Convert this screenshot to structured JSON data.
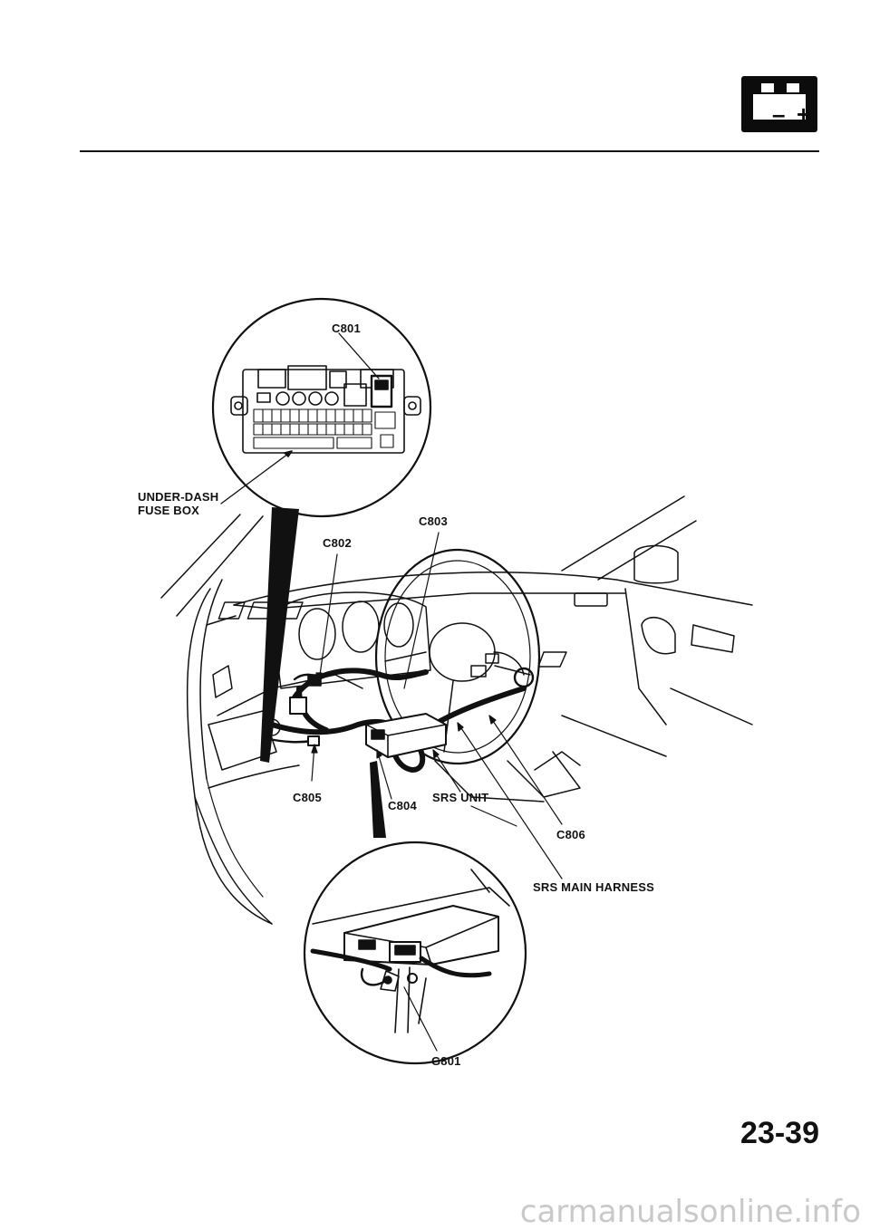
{
  "header": {
    "section_icon": "battery-icon",
    "minus": "–",
    "plus": "+"
  },
  "labels": {
    "c801": "C801",
    "under_dash_1": "UNDER-DASH",
    "under_dash_2": "FUSE BOX",
    "c802": "C802",
    "c803": "C803",
    "c805": "C805",
    "c804": "C804",
    "srs_unit": "SRS UNIT",
    "c806": "C806",
    "srs_main_harness": "SRS MAIN HARNESS",
    "g801": "G801"
  },
  "page_number": "23-39",
  "footer": "carmanualsonline.info"
}
